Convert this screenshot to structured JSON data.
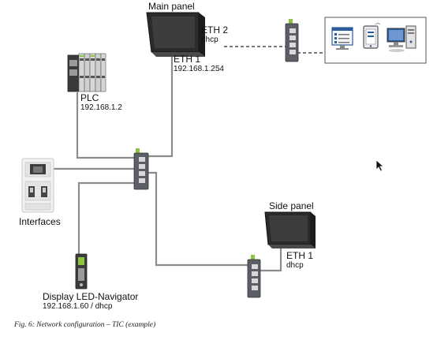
{
  "labels": {
    "main_panel": "Main panel",
    "main_eth2": "ETH 2",
    "main_eth2_mode": "dhcp",
    "main_eth1": "ETH 1",
    "main_eth1_ip": "192.168.1.254",
    "plc": "PLC",
    "plc_ip": "192.168.1.2",
    "interfaces": "Interfaces",
    "side_panel": "Side panel",
    "side_eth1": "ETH 1",
    "side_eth1_mode": "dhcp",
    "display": "Display LED-Navigator",
    "display_ip": "192.168.1.60 / dhcp"
  },
  "caption": "Fig. 6: Network configuration – TIC (example)",
  "icons": [
    "touch-panel-icon",
    "plc-module-icon",
    "network-switch-icon",
    "ethernet-port-icon",
    "usb-port-icon",
    "led-navigator-icon",
    "form-window-icon",
    "tablet-icon",
    "desktop-pc-icon",
    "mouse-pointer-icon"
  ],
  "colors": {
    "cable": "#8c8c8c",
    "panel_frame": "#2b2b2b",
    "switch_body": "#5c6066",
    "switch_led": "#8cc63f",
    "monitor_blue": "#2d5c9a"
  }
}
